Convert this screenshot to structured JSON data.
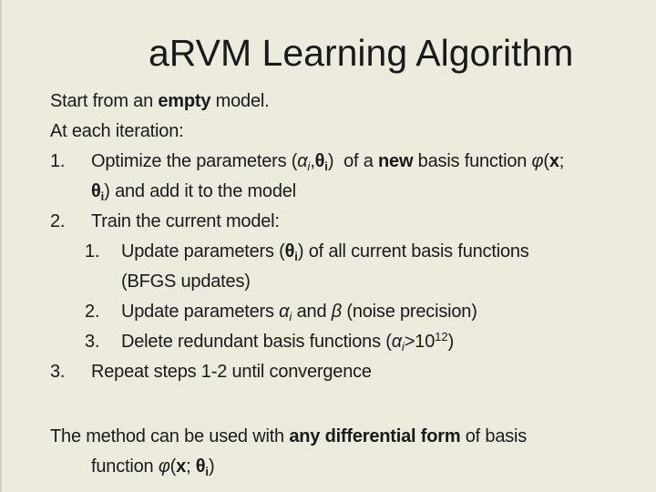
{
  "slide": {
    "title": "aRVM Learning Algorithm",
    "colors": {
      "background": "#EDEADE",
      "text": "#1A1A1A"
    },
    "body_lines": [
      {
        "type": "para",
        "level": 0,
        "runs": [
          {
            "t": "Start from an "
          },
          {
            "t": "empty",
            "b": true
          },
          {
            "t": " model."
          }
        ]
      },
      {
        "type": "para",
        "level": 0,
        "runs": [
          {
            "t": "At each iteration:"
          }
        ]
      },
      {
        "type": "item",
        "level": 1,
        "number": "1.",
        "runs": [
          {
            "t": "Optimize the parameters ("
          },
          {
            "t": "α",
            "i": true
          },
          {
            "t": "i",
            "i": true,
            "sub": true
          },
          {
            "t": ","
          },
          {
            "t": "θ",
            "b": true
          },
          {
            "t": "i",
            "b": true,
            "sub": true
          },
          {
            "t": ")  of a "
          },
          {
            "t": "new",
            "b": true
          },
          {
            "t": " basis function "
          },
          {
            "t": "φ",
            "i": true
          },
          {
            "t": "("
          },
          {
            "t": "x",
            "b": true
          },
          {
            "t": ";"
          }
        ]
      },
      {
        "type": "cont",
        "level": 1,
        "runs": [
          {
            "t": "θ",
            "b": true
          },
          {
            "t": "i",
            "b": true,
            "sub": true
          },
          {
            "t": ") and add it to the model"
          }
        ]
      },
      {
        "type": "item",
        "level": 1,
        "number": "2.",
        "runs": [
          {
            "t": "Train the current model:"
          }
        ]
      },
      {
        "type": "item",
        "level": 2,
        "number": "1.",
        "runs": [
          {
            "t": "Update parameters ("
          },
          {
            "t": "θ",
            "b": true
          },
          {
            "t": "i",
            "b": true,
            "sub": true
          },
          {
            "t": ") of all current basis functions"
          }
        ]
      },
      {
        "type": "cont",
        "level": 2,
        "runs": [
          {
            "t": "(BFGS updates)"
          }
        ]
      },
      {
        "type": "item",
        "level": 2,
        "number": "2.",
        "runs": [
          {
            "t": "Update parameters "
          },
          {
            "t": "α",
            "i": true
          },
          {
            "t": "i",
            "i": true,
            "sub": true
          },
          {
            "t": " and "
          },
          {
            "t": "β",
            "i": true
          },
          {
            "t": " (noise precision)"
          }
        ]
      },
      {
        "type": "item",
        "level": 2,
        "number": "3.",
        "runs": [
          {
            "t": "Delete redundant basis functions ("
          },
          {
            "t": "α",
            "i": true
          },
          {
            "t": "i",
            "i": true,
            "sub": true
          },
          {
            "t": ">10"
          },
          {
            "t": "12",
            "sup": true
          },
          {
            "t": ")"
          }
        ]
      },
      {
        "type": "item",
        "level": 1,
        "number": "3.",
        "runs": [
          {
            "t": "Repeat steps 1-2 until convergence"
          }
        ]
      }
    ],
    "footer_lines": [
      {
        "type": "para",
        "level": 0,
        "runs": [
          {
            "t": "The method can be used with "
          },
          {
            "t": "any differential form",
            "b": true
          },
          {
            "t": " of basis"
          }
        ]
      },
      {
        "type": "cont",
        "level": 1,
        "runs": [
          {
            "t": "function "
          },
          {
            "t": "φ",
            "i": true
          },
          {
            "t": "("
          },
          {
            "t": "x",
            "b": true
          },
          {
            "t": "; "
          },
          {
            "t": "θ",
            "b": true
          },
          {
            "t": "i",
            "b": true,
            "sub": true
          },
          {
            "t": ")"
          }
        ]
      }
    ]
  }
}
